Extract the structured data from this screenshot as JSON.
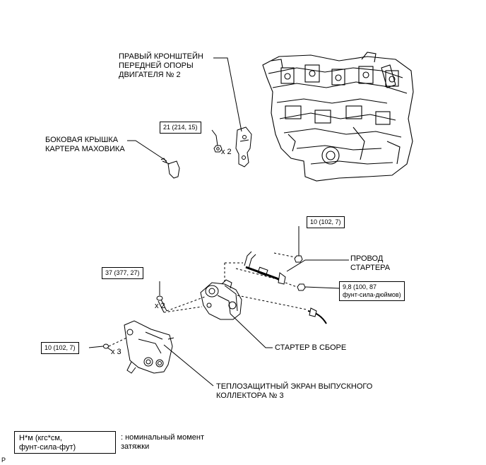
{
  "labels": {
    "bracket": [
      "ПРАВЫЙ КРОНШТЕЙН",
      "ПЕРЕДНЕЙ ОПОРЫ",
      "ДВИГАТЕЛЯ № 2"
    ],
    "flywheel_cover": [
      "БОКОВАЯ КРЫШКА",
      "КАРТЕРА МАХОВИКА"
    ],
    "starter_wire": [
      "ПРОВОД",
      "СТАРТЕРА"
    ],
    "starter_assembly": "СТАРТЕР В СБОРЕ",
    "heat_shield": [
      "ТЕПЛОЗАЩИТНЫЙ ЭКРАН ВЫПУСКНОГО",
      "КОЛЛЕКТОРА № 3"
    ]
  },
  "torques": {
    "bracket_bolt": "21 (214, 15)",
    "wire_nut_top": "10 (102, 7)",
    "wire_nut_terminal": [
      "9,8 (100, 87",
      "фунт-сила-дюймов)"
    ],
    "starter_bolt": "37 (377, 27)",
    "shield_bolt": "10 (102, 7)"
  },
  "quantities": {
    "bracket_nuts": "x 2",
    "starter_bolts": "x 2",
    "shield_bolts": "x 3"
  },
  "legend": {
    "box": [
      "Н*м (кгс*см,",
      "фунт-сила-фут)"
    ],
    "text": [
      ": номинальный момент",
      "затяжки"
    ]
  },
  "reference_mark": "P"
}
